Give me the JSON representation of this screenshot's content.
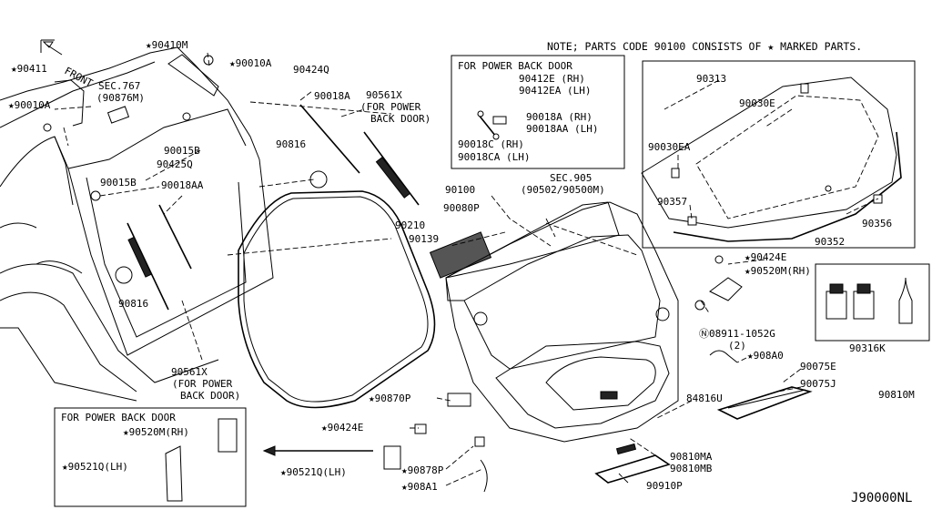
{
  "note": "NOTE; PARTS CODE 90100 CONSISTS OF ★ MARKED PARTS.",
  "diagram_code": "J90000NL",
  "front_label": "FRONT",
  "power_back_door_box": {
    "title": "FOR POWER BACK DOOR",
    "labels": [
      "90412E  (RH)",
      "90412EA (LH)",
      "90018A  (RH)",
      "90018AA (LH)",
      "90018C  (RH)",
      "90018CA (LH)"
    ]
  },
  "inset_box": {
    "title": "FOR POWER BACK DOOR",
    "labels": [
      "★90520M(RH)",
      "★90521Q(LH)"
    ]
  },
  "labels": [
    "★90411",
    "★90010A",
    "SEC.767",
    "(90876M)",
    "★90410M",
    "★90010A",
    "90424Q",
    "90018A",
    "90561X",
    "(FOR POWER",
    "BACK DOOR)",
    "90015B",
    "90425Q",
    "90015B",
    "90018AA",
    "90816",
    "90816",
    "90561X",
    "(FOR POWER",
    "BACK DOOR)",
    "90210",
    "90139",
    "90100",
    "SEC.905",
    "(90502/90500M)",
    "90080P",
    "90313",
    "90030E",
    "90030EA",
    "90357",
    "90356",
    "90352",
    "★90424E",
    "★90520M(RH)",
    "Ⓝ08911-1052G",
    "(2)",
    "90316K",
    "★908A0",
    "90075E",
    "90075J",
    "90810M",
    "84816U",
    "★90870P",
    "★90424E",
    "★90521Q(LH)",
    "★90878P",
    "★908A1",
    "90810MA",
    "90810MB",
    "90910P"
  ]
}
